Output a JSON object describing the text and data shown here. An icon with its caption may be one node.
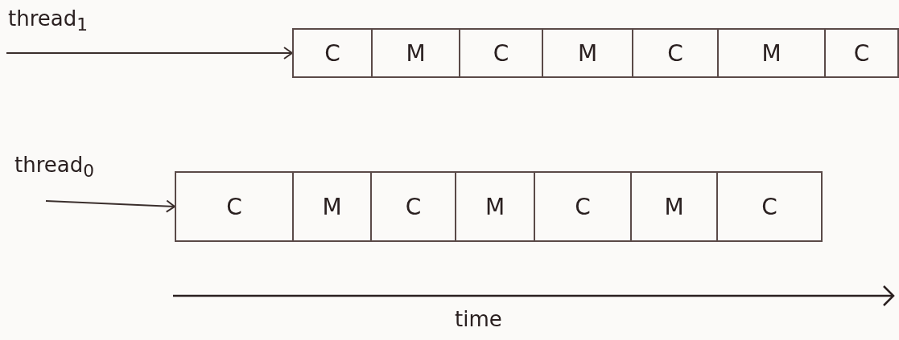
{
  "diagram": {
    "nodes": [
      {
        "text": [
          "C"
        ]
      },
      {
        "text": [
          "M"
        ]
      },
      {
        "text": [
          "C"
        ]
      },
      {
        "text": [
          "M"
        ]
      },
      {
        "text": [
          "C"
        ]
      },
      {
        "text": [
          "M"
        ]
      },
      {
        "text": [
          "C"
        ]
      },
      {
        "text": [
          "C"
        ]
      },
      {
        "text": [
          "M"
        ]
      },
      {
        "text": [
          "C"
        ]
      },
      {
        "text": [
          "M"
        ]
      },
      {
        "text": [
          "C"
        ]
      },
      {
        "text": [
          "M"
        ]
      },
      {
        "text": [
          "C"
        ]
      }
    ],
    "edges": [
      {
        "from": null,
        "to": 0,
        "arrow": "to"
      },
      {
        "from": null,
        "to": 7,
        "arrow": "to"
      }
    ],
    "labels": [
      "thread$_{1}$",
      "thread$_{0}$",
      "time"
    ]
  }
}
